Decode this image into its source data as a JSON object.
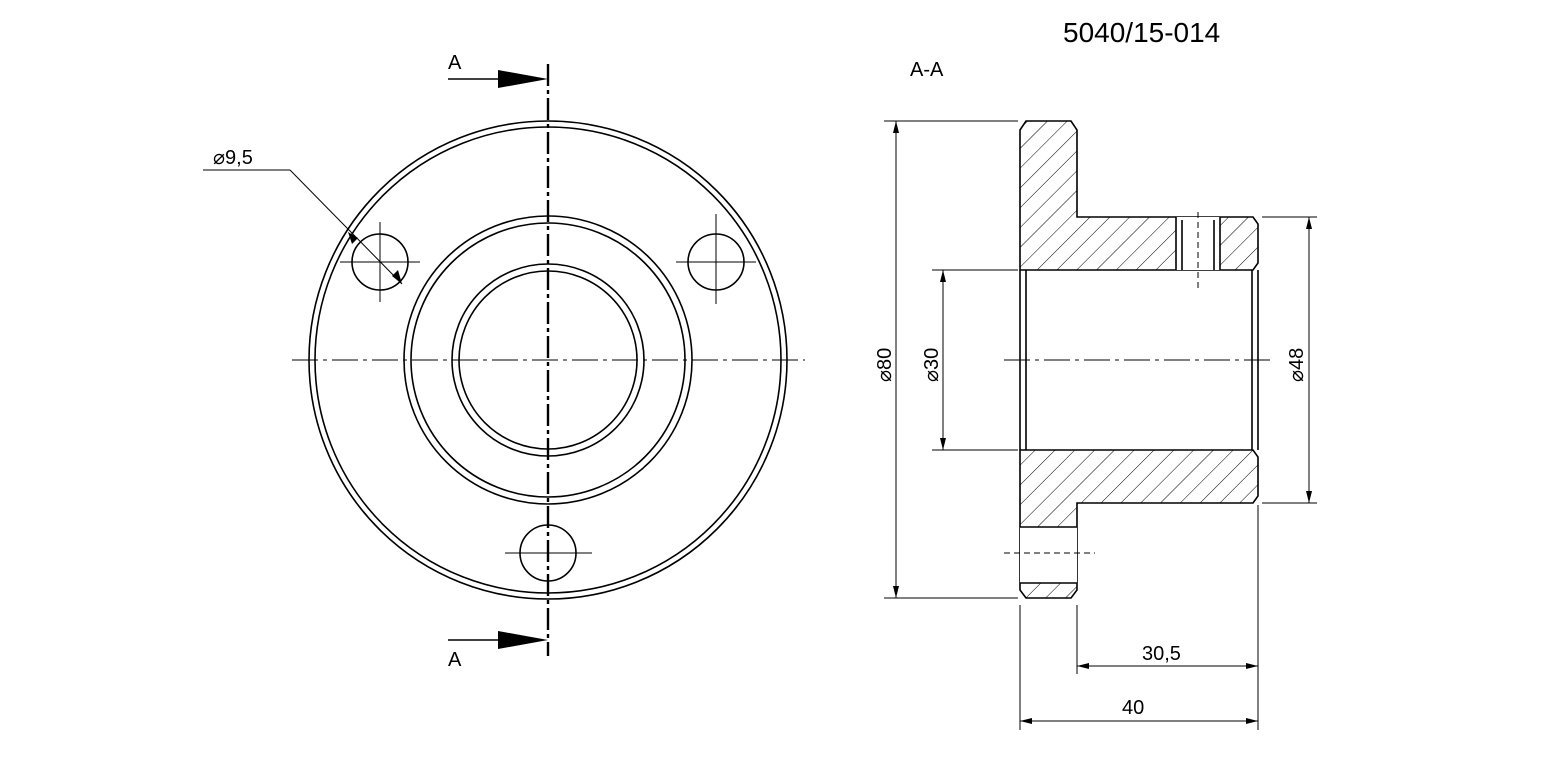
{
  "drawing_number": "5040/15-014",
  "section_label": "A-A",
  "cut_plane": {
    "top_label": "A",
    "bottom_label": "A"
  },
  "dimensions": {
    "hole_diameter": "9,5",
    "flange_diameter": "80",
    "bore_diameter": "30",
    "hub_diameter": "48",
    "hub_length": "30,5",
    "total_length": "40"
  },
  "diameter_symbol": "⌀"
}
